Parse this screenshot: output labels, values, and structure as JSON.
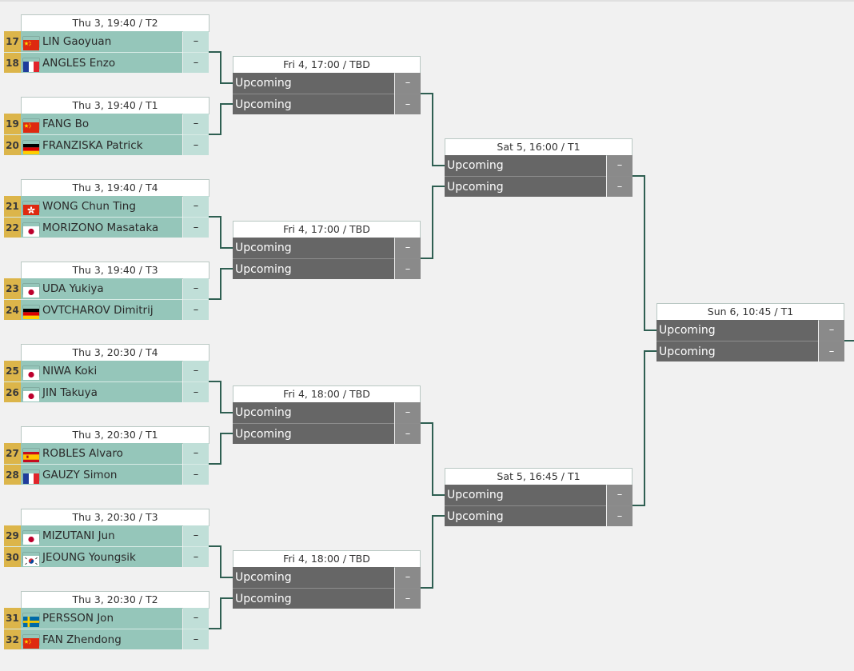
{
  "colors": {
    "seed_bg": "#dcb54a",
    "player_bg": "#95c6ba",
    "score_bg": "#c0dfd8",
    "upcoming_bg": "#666666",
    "upcoming_score_bg": "#8a8a8a",
    "connector": "#2f5f52"
  },
  "round1": [
    {
      "header": "Thu 3, 19:40 / T2",
      "players": [
        {
          "seed": "17",
          "flag": "cn-flag-icon",
          "name": "LIN Gaoyuan",
          "score": "–"
        },
        {
          "seed": "18",
          "flag": "fr-flag-icon",
          "name": "ANGLES Enzo",
          "score": "–"
        }
      ]
    },
    {
      "header": "Thu 3, 19:40 / T1",
      "players": [
        {
          "seed": "19",
          "flag": "cn-flag-icon",
          "name": "FANG Bo",
          "score": "–"
        },
        {
          "seed": "20",
          "flag": "de-flag-icon",
          "name": "FRANZISKA Patrick",
          "score": "–"
        }
      ]
    },
    {
      "header": "Thu 3, 19:40 / T4",
      "players": [
        {
          "seed": "21",
          "flag": "hk-flag-icon",
          "name": "WONG Chun Ting",
          "score": "–"
        },
        {
          "seed": "22",
          "flag": "jp-flag-icon",
          "name": "MORIZONO Masataka",
          "score": "–"
        }
      ]
    },
    {
      "header": "Thu 3, 19:40 / T3",
      "players": [
        {
          "seed": "23",
          "flag": "jp-flag-icon",
          "name": "UDA Yukiya",
          "score": "–"
        },
        {
          "seed": "24",
          "flag": "de-flag-icon",
          "name": "OVTCHAROV Dimitrij",
          "score": "–"
        }
      ]
    },
    {
      "header": "Thu 3, 20:30 / T4",
      "players": [
        {
          "seed": "25",
          "flag": "jp-flag-icon",
          "name": "NIWA Koki",
          "score": "–"
        },
        {
          "seed": "26",
          "flag": "jp-flag-icon",
          "name": "JIN Takuya",
          "score": "–"
        }
      ]
    },
    {
      "header": "Thu 3, 20:30 / T1",
      "players": [
        {
          "seed": "27",
          "flag": "es-flag-icon",
          "name": "ROBLES Alvaro",
          "score": "–"
        },
        {
          "seed": "28",
          "flag": "fr-flag-icon",
          "name": "GAUZY Simon",
          "score": "–"
        }
      ]
    },
    {
      "header": "Thu 3, 20:30 / T3",
      "players": [
        {
          "seed": "29",
          "flag": "jp-flag-icon",
          "name": "MIZUTANI Jun",
          "score": "–"
        },
        {
          "seed": "30",
          "flag": "kr-flag-icon",
          "name": "JEOUNG Youngsik",
          "score": "–"
        }
      ]
    },
    {
      "header": "Thu 3, 20:30 / T2",
      "players": [
        {
          "seed": "31",
          "flag": "se-flag-icon",
          "name": "PERSSON Jon",
          "score": "–"
        },
        {
          "seed": "32",
          "flag": "cn-flag-icon",
          "name": "FAN Zhendong",
          "score": "–"
        }
      ]
    }
  ],
  "round2": [
    {
      "header": "Fri 4, 17:00 / TBD",
      "players": [
        {
          "name": "Upcoming",
          "score": "–"
        },
        {
          "name": "Upcoming",
          "score": "–"
        }
      ]
    },
    {
      "header": "Fri 4, 17:00 / TBD",
      "players": [
        {
          "name": "Upcoming",
          "score": "–"
        },
        {
          "name": "Upcoming",
          "score": "–"
        }
      ]
    },
    {
      "header": "Fri 4, 18:00 / TBD",
      "players": [
        {
          "name": "Upcoming",
          "score": "–"
        },
        {
          "name": "Upcoming",
          "score": "–"
        }
      ]
    },
    {
      "header": "Fri 4, 18:00 / TBD",
      "players": [
        {
          "name": "Upcoming",
          "score": "–"
        },
        {
          "name": "Upcoming",
          "score": "–"
        }
      ]
    }
  ],
  "round3": [
    {
      "header": "Sat 5, 16:00 / T1",
      "players": [
        {
          "name": "Upcoming",
          "score": "–"
        },
        {
          "name": "Upcoming",
          "score": "–"
        }
      ]
    },
    {
      "header": "Sat 5, 16:45 / T1",
      "players": [
        {
          "name": "Upcoming",
          "score": "–"
        },
        {
          "name": "Upcoming",
          "score": "–"
        }
      ]
    }
  ],
  "round4": [
    {
      "header": "Sun 6, 10:45 / T1",
      "players": [
        {
          "name": "Upcoming",
          "score": "–"
        },
        {
          "name": "Upcoming",
          "score": "–"
        }
      ]
    }
  ]
}
